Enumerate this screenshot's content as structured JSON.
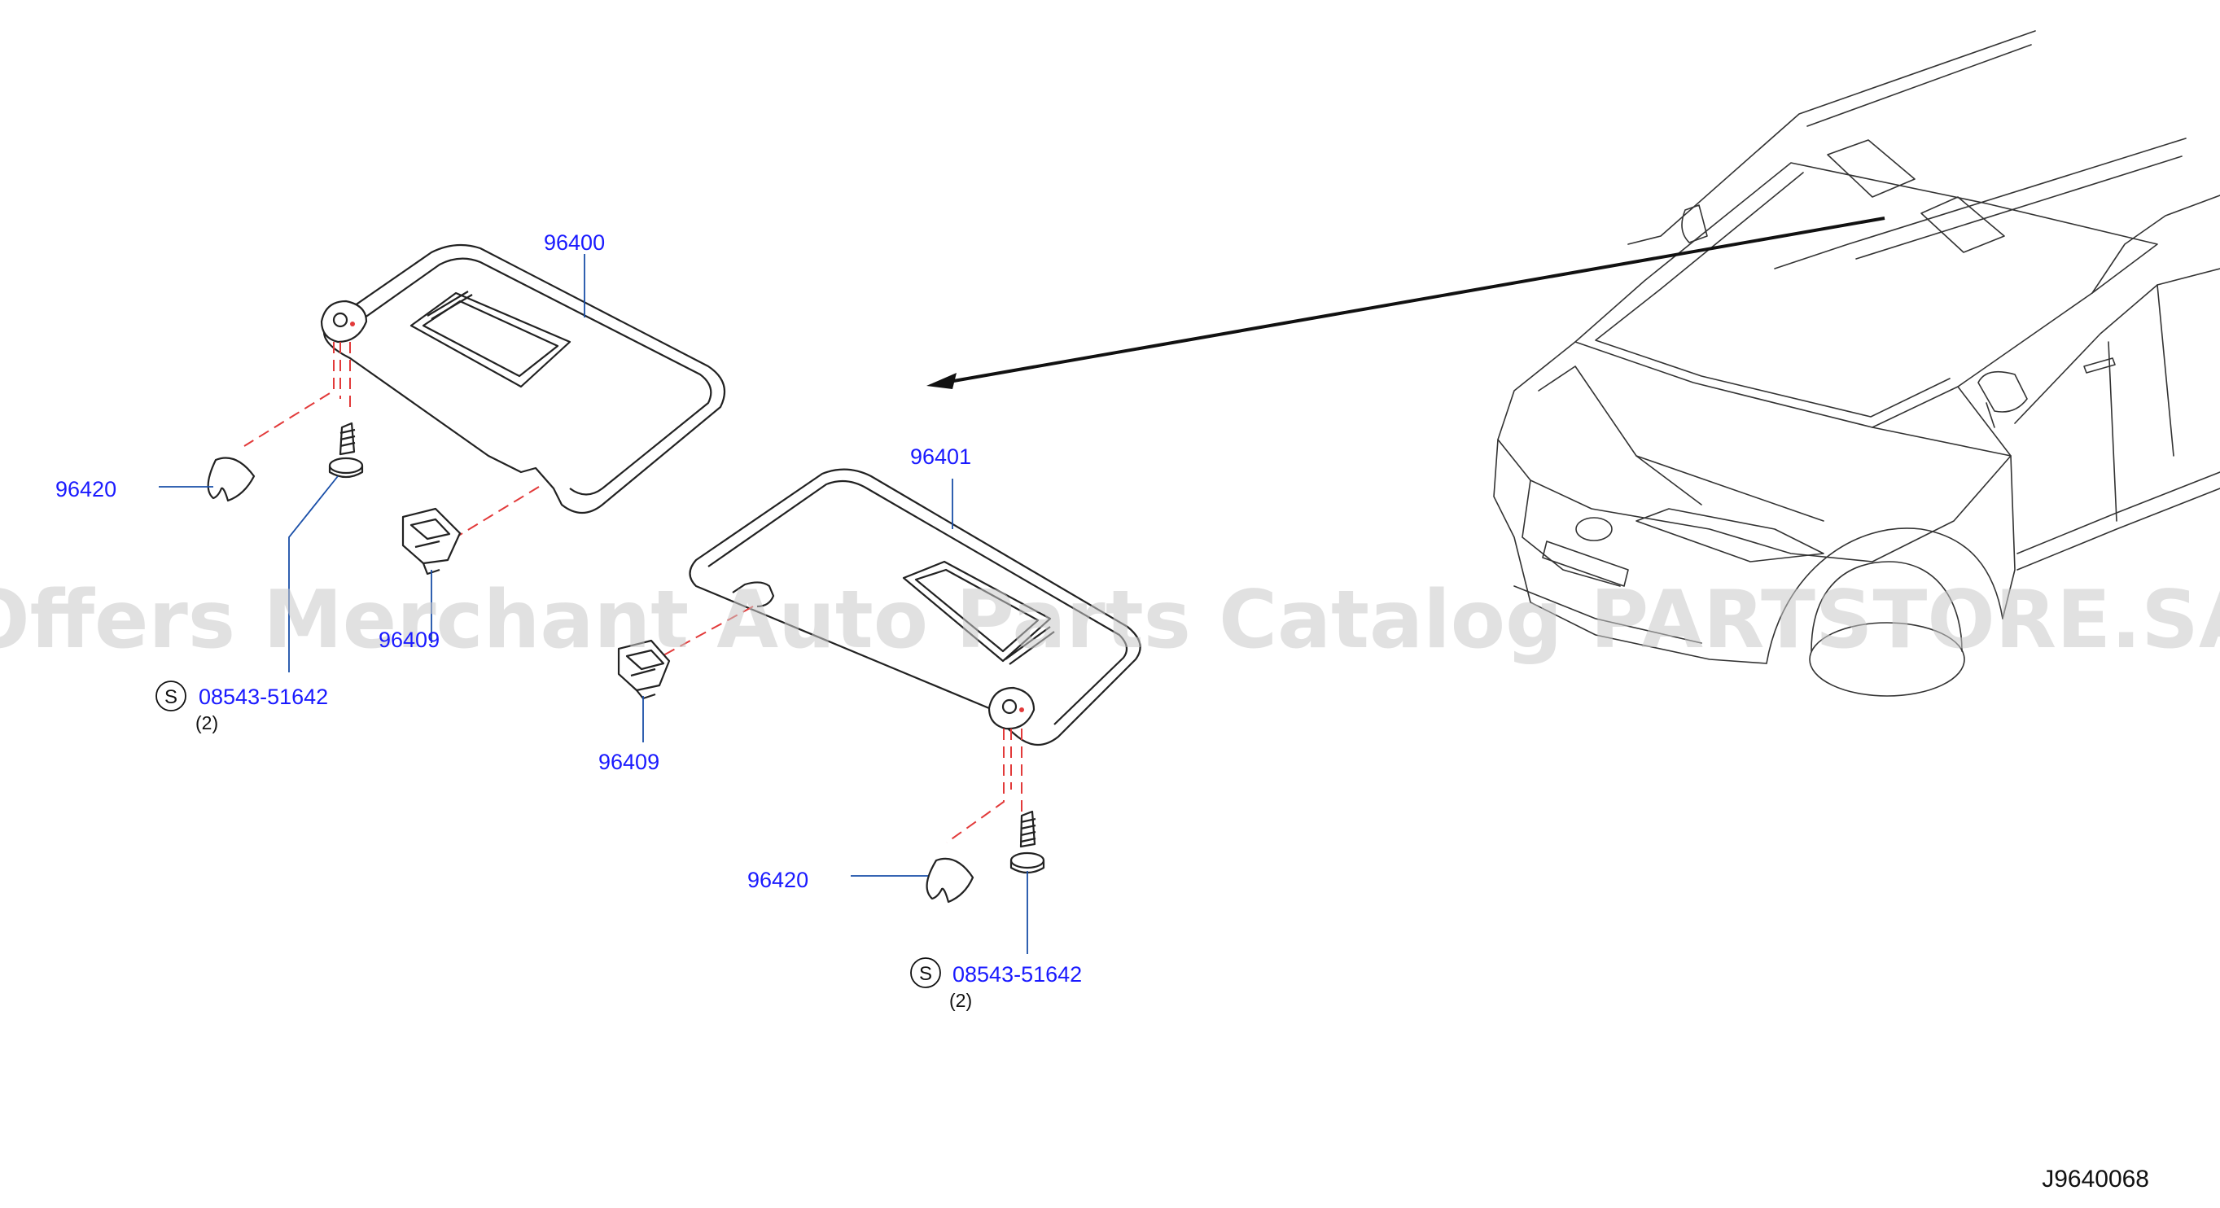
{
  "diagram": {
    "watermark": "Offers Merchant Auto Parts Catalog PARTSTORE.SA",
    "drawing_code": "J9640068",
    "parts": {
      "visor_left": "96400",
      "visor_right": "96401",
      "holder_left": "96409",
      "holder_right": "96409",
      "clip_cover_left": "96420",
      "clip_cover_right": "96420"
    },
    "screws": {
      "left": {
        "symbol": "S",
        "part": "08543-51642",
        "qty": "(2)"
      },
      "right": {
        "symbol": "S",
        "part": "08543-51642",
        "qty": "(2)"
      }
    }
  }
}
